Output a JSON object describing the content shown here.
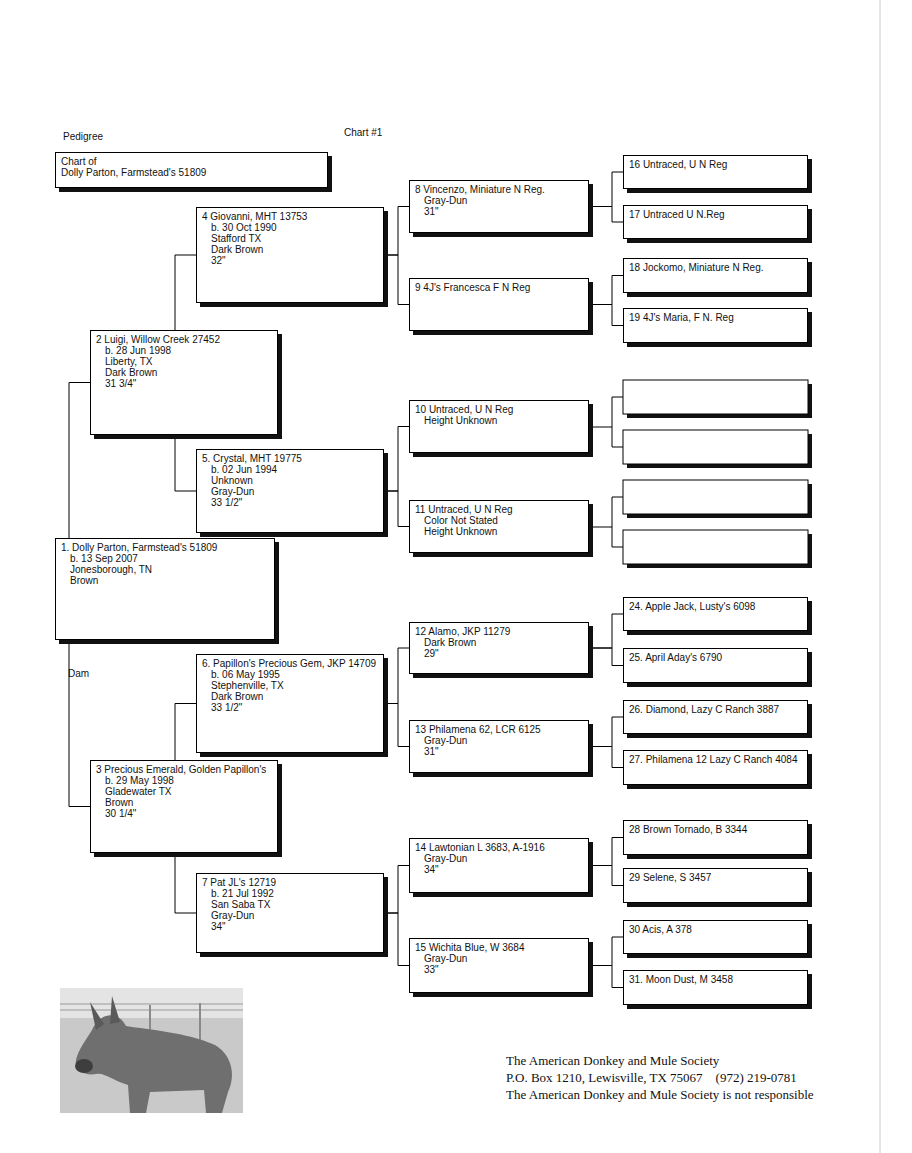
{
  "diagram": {
    "title": "Pedigree",
    "nodes": [
      {
        "text": [
          "Chart of",
          "Dolly Parton, Farmstead's 51809"
        ]
      },
      {
        "text": [
          "1. Dolly Parton, Farmstead's 51809",
          "b. 13 Sep 2007",
          "Jonesborough, TN",
          "Brown"
        ]
      },
      {
        "text": [
          "2 Luigi, Willow Creek 27452",
          "b. 28 Jun 1998",
          "Liberty, TX",
          "Dark Brown",
          "31 3/4\""
        ]
      },
      {
        "text": [
          "3 Precious Emerald, Golden Papillon's",
          "b. 29 May 1998",
          "Gladewater TX",
          "Brown",
          "30 1/4\""
        ]
      },
      {
        "text": [
          "4 Giovanni, MHT 13753",
          "b. 30 Oct 1990",
          "Stafford TX",
          "Dark Brown",
          "32\""
        ]
      },
      {
        "text": [
          "5. Crystal, MHT 19775",
          "b. 02 Jun 1994",
          "Unknown",
          "Gray-Dun",
          "33 1/2\""
        ]
      },
      {
        "text": [
          "6. Papillon's Precious Gem, JKP 14709",
          "b. 06 May 1995",
          "Stephenville, TX",
          "Dark Brown",
          "33 1/2\""
        ]
      },
      {
        "text": [
          "7 Pat JL's 12719",
          "b. 21 Jul 1992",
          "San Saba TX",
          "Gray-Dun",
          "34\""
        ]
      },
      {
        "text": [
          "8 Vincenzo, Miniature N Reg.",
          "Gray-Dun",
          "31\""
        ]
      },
      {
        "text": [
          "9 4J's Francesca F N Reg"
        ]
      },
      {
        "text": [
          "10 Untraced, U N Reg",
          "Height Unknown"
        ]
      },
      {
        "text": [
          "11 Untraced, U N Reg",
          "Color Not Stated",
          "Height Unknown"
        ]
      },
      {
        "text": [
          "12 Alamo, JKP 11279",
          "Dark Brown",
          "29\""
        ]
      },
      {
        "text": [
          "13 Philamena 62, LCR 6125",
          "Gray-Dun",
          "31\""
        ]
      },
      {
        "text": [
          "14 Lawtonian L 3683, A-1916",
          "Gray-Dun",
          "34\""
        ]
      },
      {
        "text": [
          "15 Wichita Blue, W 3684",
          "Gray-Dun",
          "33\""
        ]
      },
      {
        "text": [
          "16 Untraced, U N Reg"
        ]
      },
      {
        "text": [
          "17 Untraced U N.Reg"
        ]
      },
      {
        "text": [
          "18 Jockomo, Miniature N Reg."
        ]
      },
      {
        "text": [
          "19 4J's Maria, F N. Reg"
        ]
      },
      {
        "text": [
          "24. Apple Jack, Lusty's 6098"
        ]
      },
      {
        "text": [
          "25. April Aday's 6790"
        ]
      },
      {
        "text": [
          "26. Diamond, Lazy C Ranch 3887"
        ]
      },
      {
        "text": [
          "27. Philamena 12 Lazy C Ranch 4084"
        ]
      },
      {
        "text": [
          "28 Brown Tornado, B 3344"
        ]
      },
      {
        "text": [
          "29 Selene, S 3457"
        ]
      },
      {
        "text": [
          "30 Acis, A 378"
        ]
      },
      {
        "text": [
          "31. Moon Dust, M 3458"
        ]
      }
    ],
    "edges": [
      {
        "from": 1,
        "to": 2,
        "arrow": "none"
      },
      {
        "from": 1,
        "to": 3,
        "arrow": "none"
      },
      {
        "from": 2,
        "to": 4,
        "arrow": "none"
      },
      {
        "from": 2,
        "to": 5,
        "arrow": "none"
      },
      {
        "from": 3,
        "to": 6,
        "arrow": "none"
      },
      {
        "from": 3,
        "to": 7,
        "arrow": "none"
      },
      {
        "from": 4,
        "to": 8,
        "arrow": "none"
      },
      {
        "from": 4,
        "to": 9,
        "arrow": "none"
      },
      {
        "from": 5,
        "to": 10,
        "arrow": "none"
      },
      {
        "from": 5,
        "to": 11,
        "arrow": "none"
      },
      {
        "from": 6,
        "to": 12,
        "arrow": "none"
      },
      {
        "from": 6,
        "to": 13,
        "arrow": "none"
      },
      {
        "from": 7,
        "to": 14,
        "arrow": "none"
      },
      {
        "from": 7,
        "to": 15,
        "arrow": "none"
      },
      {
        "from": 8,
        "to": 16,
        "arrow": "none"
      },
      {
        "from": 8,
        "to": 17,
        "arrow": "none"
      },
      {
        "from": 9,
        "to": 18,
        "arrow": "none"
      },
      {
        "from": 9,
        "to": 19,
        "arrow": "none"
      },
      {
        "from": 12,
        "to": 20,
        "arrow": "none"
      },
      {
        "from": 12,
        "to": 21,
        "arrow": "none"
      },
      {
        "from": 13,
        "to": 22,
        "arrow": "none"
      },
      {
        "from": 13,
        "to": 23,
        "arrow": "none"
      },
      {
        "from": 14,
        "to": 24,
        "arrow": "none"
      },
      {
        "from": 14,
        "to": 25,
        "arrow": "none"
      },
      {
        "from": 15,
        "to": 26,
        "arrow": "none"
      },
      {
        "from": 15,
        "to": 27,
        "arrow": "none"
      }
    ],
    "labels": [
      "Chart #1",
      "Dam",
      "The American Donkey and Mule Society",
      "P.O. Box 1210, Lewisville, TX 75067    (972) 219-0781",
      "The American Donkey and Mule Society is not responsible"
    ]
  }
}
